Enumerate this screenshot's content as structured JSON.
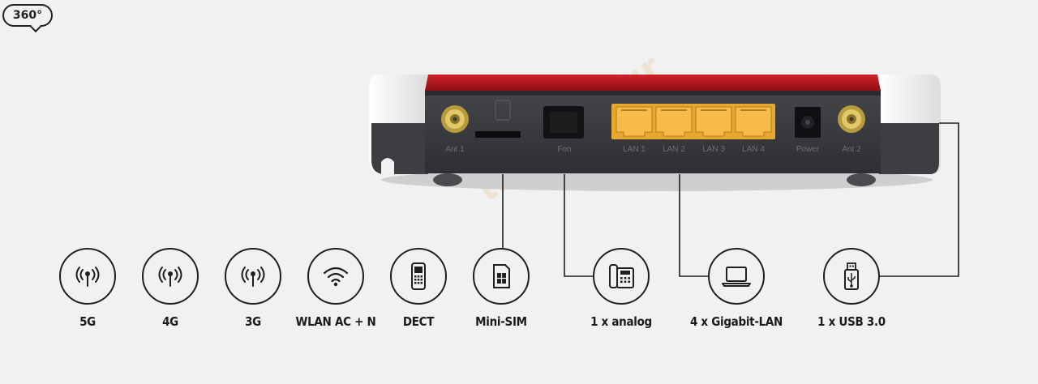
{
  "view_toggle": {
    "label": "360°"
  },
  "watermark": "theLAB.gr",
  "router": {
    "port_labels": {
      "ant1": "Ant 1",
      "fon": "Fon",
      "lan1": "LAN 1",
      "lan2": "LAN 2",
      "lan3": "LAN 3",
      "lan4": "LAN 4",
      "power": "Power",
      "ant2": "Ant 2"
    },
    "colors": {
      "body": "#3a3b3f",
      "top_stripe": "#b3141c",
      "lan_ports": "#f0a830"
    }
  },
  "features": [
    {
      "id": "5g",
      "label": "5G",
      "icon": "antenna-signal-icon"
    },
    {
      "id": "4g",
      "label": "4G",
      "icon": "antenna-signal-icon"
    },
    {
      "id": "3g",
      "label": "3G",
      "icon": "antenna-signal-icon"
    },
    {
      "id": "wlan",
      "label": "WLAN AC + N",
      "icon": "wifi-icon"
    },
    {
      "id": "dect",
      "label": "DECT",
      "icon": "cordless-phone-icon"
    },
    {
      "id": "sim",
      "label": "Mini-SIM",
      "icon": "sim-card-icon"
    },
    {
      "id": "analog",
      "label": "1 x analog",
      "icon": "desk-phone-icon"
    },
    {
      "id": "lan",
      "label": "4 x Gigabit-LAN",
      "icon": "laptop-icon"
    },
    {
      "id": "usb",
      "label": "1 x USB 3.0",
      "icon": "usb-stick-icon"
    }
  ]
}
